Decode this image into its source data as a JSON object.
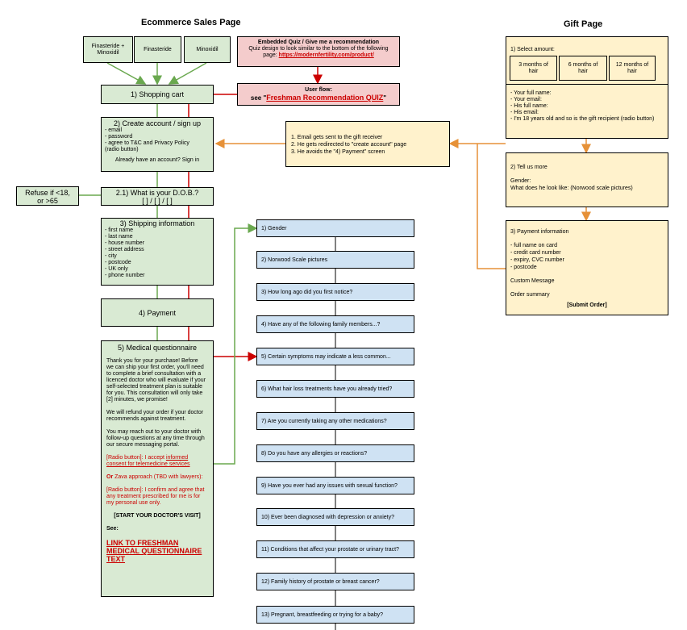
{
  "titles": {
    "ecommerce": "Ecommerce Sales Page",
    "gift": "Gift Page"
  },
  "products": [
    "Finasteride + Minoxidil",
    "Finasteride",
    "Minoxidil"
  ],
  "quiz_box": {
    "title": "Embedded Quiz / Give me a recommendation",
    "line1": "Quiz design to look similar to the bottom of the following",
    "line2_prefix": "page: ",
    "link": "https://modernfertility.com/product/"
  },
  "user_flow": {
    "title": "User flow:",
    "prefix": "see \"",
    "link": "Freshman Recommendation QUIZ",
    "suffix": "\""
  },
  "shopping_cart": "1) Shopping cart",
  "create_account": {
    "title": "2) Create account / sign up",
    "items": [
      "- email",
      "- password",
      "- agree to T&C and Privacy Policy",
      "(radio button)"
    ],
    "footer": "Already have an account? Sign in"
  },
  "dob": {
    "title": "2.1) What is your D.O.B.?",
    "format": "[ ] / [ ] / [ ]"
  },
  "refuse": {
    "line1": "Refuse if <18,",
    "line2": "or >65"
  },
  "shipping": {
    "title": "3) Shipping information",
    "items": [
      "- first name",
      "- last name",
      "- house number",
      "- street address",
      "- city",
      "- postcode",
      "- UK only",
      "- phone number"
    ]
  },
  "payment": "4) Payment",
  "medical": {
    "title": "5) Medical questionnaire",
    "para1": [
      "Thank you for your purchase! Before",
      "we can ship your first order, you'll need",
      "to complete a brief consultation with a",
      "licenced doctor who will evaluate if your",
      "self-selected treatment plan is suitable",
      "for you. This consultation will only take",
      "[2] minutes, we promise!"
    ],
    "para2": [
      "We will refund your order if your doctor",
      "recommends against treatment."
    ],
    "para3": [
      "You may reach out to your doctor with",
      "follow-up questions at any time through",
      "our secure messaging portal."
    ],
    "radio1_prefix": "[Radio button]: I accept ",
    "radio1_link1": "informed",
    "radio1_link2": "consent for telemedicine services",
    "or_bold": "Or",
    "or_rest": " Zava approach (TBD with lawyers):",
    "radio2": [
      "[Radio button]: I confirm and agree that",
      "any treatment prescribed for me is for",
      "my personal use only."
    ],
    "start": "[START YOUR DOCTOR'S VISIT]",
    "see": "See:",
    "link": [
      "LINK TO FRESHMAN",
      "MEDICAL QUESTIONNAIRE",
      "TEXT"
    ]
  },
  "questions": [
    "1) Gender",
    "2) Norwood Scale pictures",
    "3) How long ago did you first notice?",
    "4) Have any of the following family members...?",
    "5) Certain symptoms may indicate a less common...",
    "6) What hair loss treatments have you already tried?",
    "7) Are you currently taking any other medications?",
    "8) Do you have any allergies or reactions?",
    "9) Have you ever had any issues with sexual function?",
    "10) Ever been diagnosed with depression or anxiety?",
    "11) Conditions that affect your prostate or urinary tract?",
    "12) Family history of prostate or breast cancer?",
    "13) Pregnant, breastfeeding or trying for a baby?"
  ],
  "gift_note": [
    "1. Email gets sent to the gift receiver",
    "2. He gets redirected to \"create account\" page",
    "3. He avoids the \"4) Payment\" screen"
  ],
  "gift1": {
    "title": "1) Select amount:",
    "options": [
      [
        "3 months of",
        "hair"
      ],
      [
        "6  months of",
        "hair"
      ],
      [
        "12  months of",
        "hair"
      ]
    ],
    "fields": [
      "- Your full name:",
      "- Your email:",
      "- His full name:",
      "- His email:",
      "- I'm 18 years old and so is the gift recipient (radio button)"
    ]
  },
  "gift2": {
    "title": "2) Tell us more",
    "gender": "Gender:",
    "look": "What does he look like: (Norwood scale pictures)"
  },
  "gift3": {
    "title": "3) Payment information",
    "items": [
      "- full name on card",
      "- credit card number",
      "- expiry, CVC number",
      "- postcode"
    ],
    "custom": "Custom Message",
    "summary": "Order summary",
    "submit": "[Submit Order]"
  },
  "colors": {
    "green": "#d9ead3",
    "blue": "#cfe2f3",
    "yellow": "#fff2cc",
    "pink": "#f4cccc",
    "red_line": "#cc0000",
    "green_line": "#6aa84f",
    "orange_line": "#e69138"
  }
}
